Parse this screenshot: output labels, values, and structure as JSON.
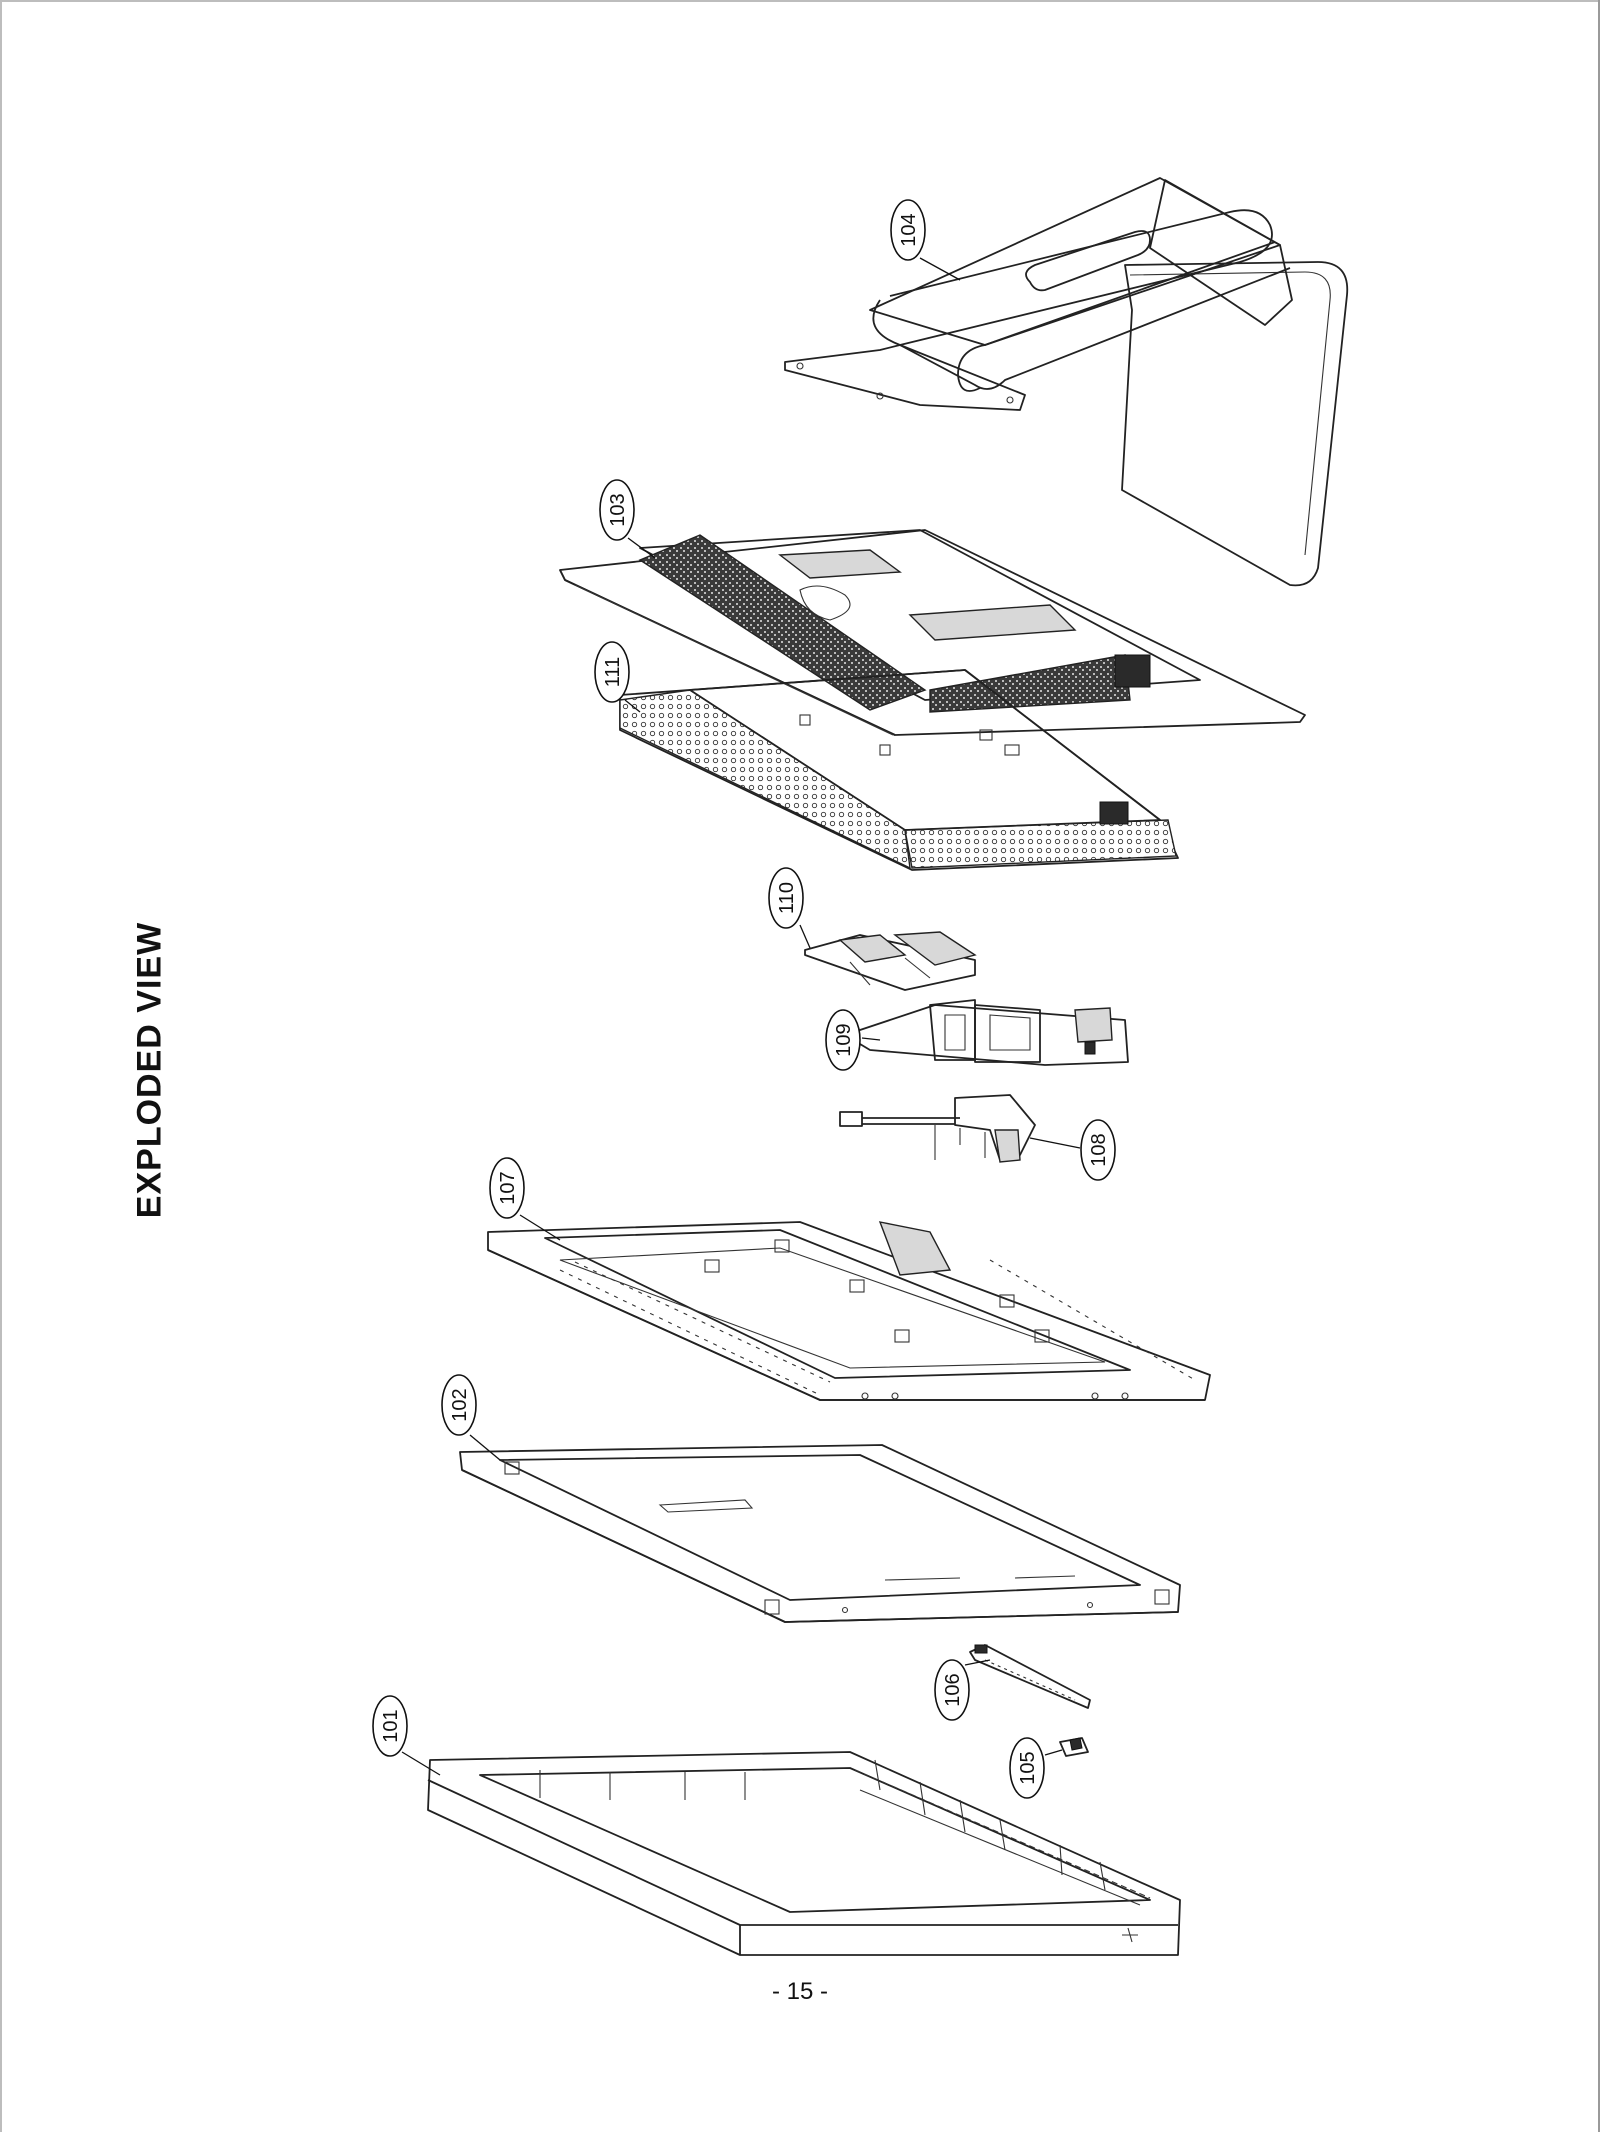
{
  "title": "EXPLODED VIEW",
  "page_number": "- 15 -",
  "parts": [
    {
      "id": "p104",
      "label": "104"
    },
    {
      "id": "p103",
      "label": "103"
    },
    {
      "id": "p111",
      "label": "111"
    },
    {
      "id": "p110",
      "label": "110"
    },
    {
      "id": "p109",
      "label": "109"
    },
    {
      "id": "p108",
      "label": "108"
    },
    {
      "id": "p107",
      "label": "107"
    },
    {
      "id": "p102",
      "label": "102"
    },
    {
      "id": "p106",
      "label": "106"
    },
    {
      "id": "p105",
      "label": "105"
    },
    {
      "id": "p101",
      "label": "101"
    }
  ]
}
